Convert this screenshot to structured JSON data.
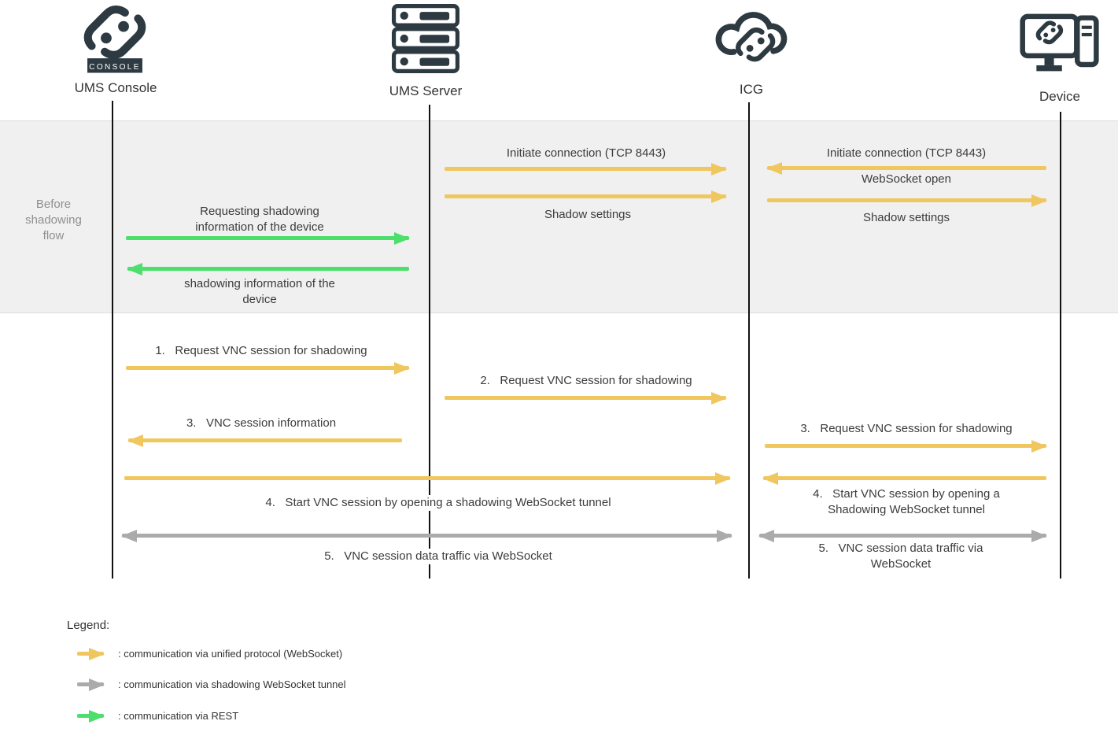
{
  "actors": [
    {
      "label": "UMS Console"
    },
    {
      "label": "UMS Server"
    },
    {
      "label": "ICG"
    },
    {
      "label": "Device"
    }
  ],
  "console_badge": "CONSOLE",
  "band": {
    "label": "Before shadowing flow"
  },
  "messages": {
    "init_server_icg": "Initiate connection (TCP 8443)",
    "shadow_settings_server_icg": "Shadow settings",
    "init_device_icg": "Initiate connection (TCP 8443)",
    "websocket_open": "WebSocket open",
    "shadow_settings_icg_device": "Shadow settings",
    "req_shadow_info": "Requesting shadowing information of the device",
    "shadow_info": "shadowing information of the device",
    "s1": "1.   Request VNC session for shadowing",
    "s2": "2.   Request VNC session for shadowing",
    "s3_left": "3.   VNC session information",
    "s3_right": "3.   Request VNC session for shadowing",
    "s4_long": "4.   Start VNC session by opening a shadowing WebSocket tunnel",
    "s4_right": "4.   Start VNC session by opening a Shadowing WebSocket tunnel",
    "s5_left": "5.   VNC session data traffic via WebSocket",
    "s5_right": "5.   VNC session data traffic via WebSocket"
  },
  "legend": {
    "title": "Legend:",
    "items": [
      {
        "color": "#f0c75e",
        "label": ": communication via unified protocol (WebSocket)"
      },
      {
        "color": "#ababab",
        "label": ": communication via shadowing WebSocket tunnel"
      },
      {
        "color": "#4cdf6b",
        "label": ": communication via REST"
      }
    ]
  },
  "colors": {
    "unified_protocol": "#f0c75e",
    "websocket_tunnel": "#ababab",
    "rest": "#4cdf6b",
    "icon": "#2d3a41",
    "band_bg": "#f0f0f0",
    "lifeline": "#111111"
  }
}
